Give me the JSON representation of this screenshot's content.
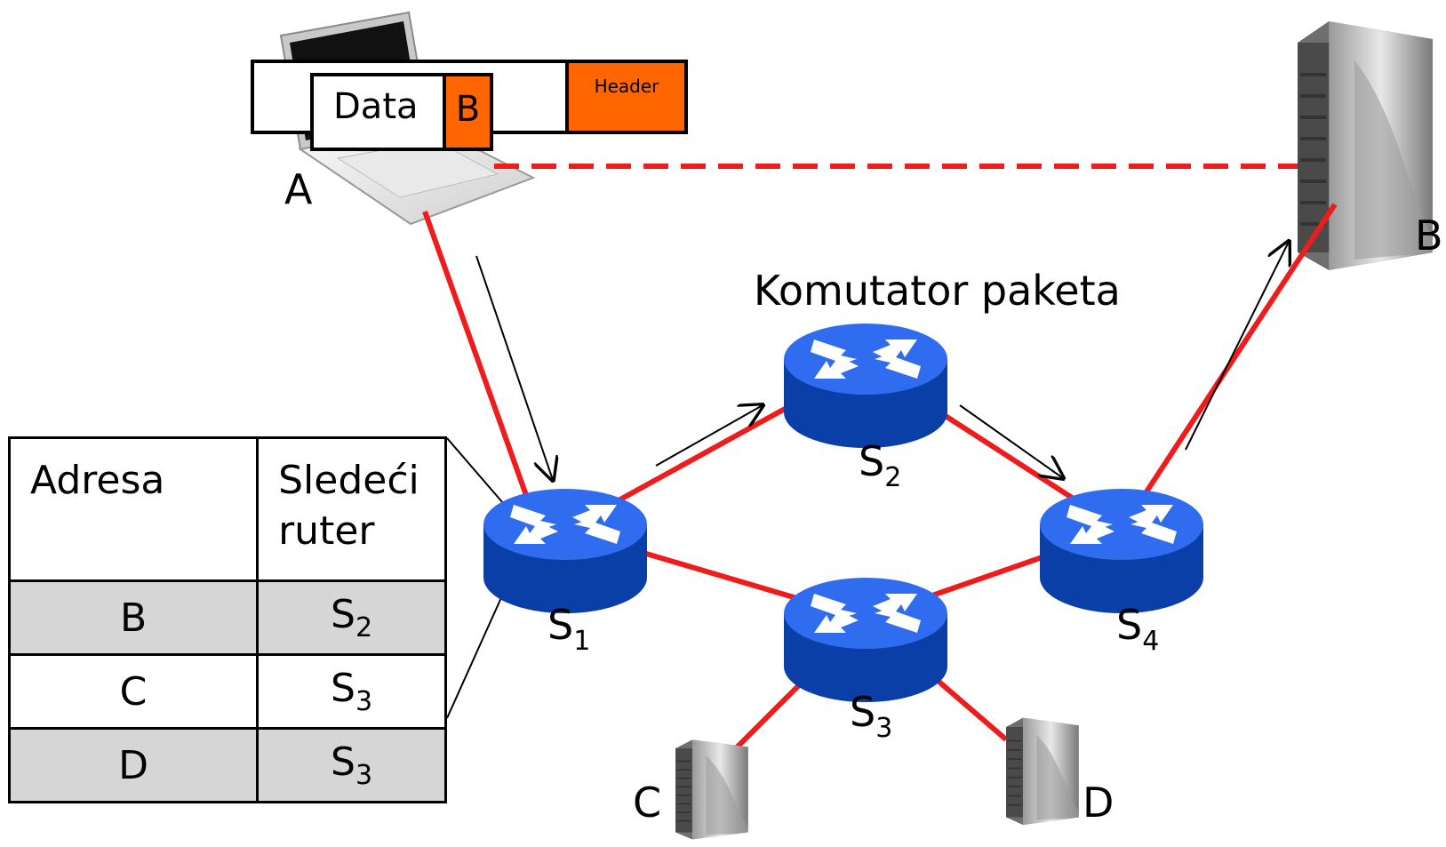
{
  "packet": {
    "data_label": "Data",
    "dest_label": "B",
    "header_label": "Header"
  },
  "hosts": {
    "a": "A",
    "b": "B",
    "c": "C",
    "d": "D"
  },
  "network_title": "Komutator paketa",
  "switches": [
    {
      "letter": "S",
      "index": "1"
    },
    {
      "letter": "S",
      "index": "2"
    },
    {
      "letter": "S",
      "index": "3"
    },
    {
      "letter": "S",
      "index": "4"
    }
  ],
  "routing_table": {
    "headers": [
      "Adresa",
      "Sledeći ruter"
    ],
    "rows": [
      {
        "address": "B",
        "next_letter": "S",
        "next_index": "2"
      },
      {
        "address": "C",
        "next_letter": "S",
        "next_index": "3"
      },
      {
        "address": "D",
        "next_letter": "S",
        "next_index": "3"
      }
    ]
  },
  "colors": {
    "link": "#ee1c1c",
    "header": "#ff6600",
    "router": "#1f5fe0",
    "table_shade": "#d6d6d6"
  }
}
